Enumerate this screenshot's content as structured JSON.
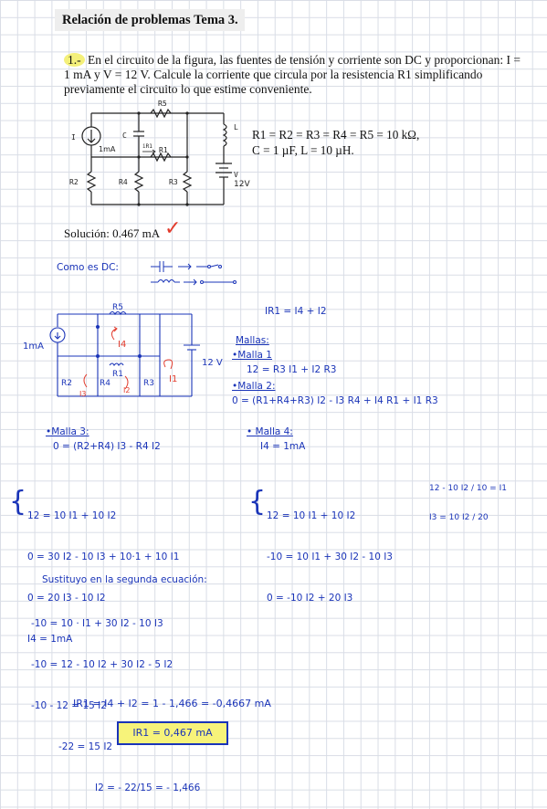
{
  "header": {
    "title": "Relación de problemas Tema 3."
  },
  "problem": {
    "number": "1.-",
    "text": "En el circuito de la figura, las fuentes de tensión y corriente son DC y proporcionan: I = 1 mA y V = 12 V. Calcule la corriente que circula por la resistencia R1 simplificando previamente el circuito lo que estime conveniente."
  },
  "given": {
    "line1": "R1 = R2 = R3 = R4 = R5 = 10 kΩ,",
    "line2": "C = 1 µF,  L = 10 µH."
  },
  "circuit": {
    "labels": {
      "r5": "R5",
      "c": "C",
      "l": "L",
      "i": "I",
      "ima": "1mA",
      "ir1": "iR1",
      "r1": "R1",
      "r2": "R2",
      "r4": "R4",
      "r3": "R3",
      "v": "V",
      "v12": "12V"
    }
  },
  "solution": {
    "label": "Solución: 0.467 mA",
    "check": "✓"
  },
  "notes": {
    "dc_rule": "Como es DC:",
    "ir1_eq": "IR1 = I4 + I2",
    "mallas_title": "Mallas:",
    "malla1_label": "•Malla 1",
    "malla1_eq": "12 = R3 I1 + I2 R3",
    "malla2_label": "•Malla 2:",
    "malla2_eq": "0 = (R1+R4+R3) I2 - I3 R4 + I4 R1 + I1 R3",
    "malla3_label": "•Malla 3:",
    "malla3_eq": "0 = (R2+R4) I3 - R4 I2",
    "malla4_label": "• Malla 4:",
    "malla4_eq": "I4 = 1mA",
    "sys1": [
      "12 = 10 I1 + 10 I2",
      "0 = 30 I2 - 10 I3 + 10·1 + 10 I1",
      "0 = 20 I3 - 10 I2",
      "I4 = 1mA"
    ],
    "sys2": [
      "12 = 10 I1 + 10 I2",
      "-10 = 10 I1 + 30 I2 - 10 I3",
      "0 = -10 I2 + 20 I3"
    ],
    "sys2_res1": "12 - 10 I2 / 10 = I1",
    "sys2_res3": "I3 = 10 I2 / 20",
    "sust_title": "Sustituyo en la segunda ecuación:",
    "sust_lines": [
      "-10 = 10 · I1 + 30 I2 - 10 I3",
      "-10 = 12 - 10 I2 + 30 I2 - 5 I2",
      "-10 - 12 = 15 I2",
      "-22 = 15 I2",
      "I2 = - 22/15 = - 1,466"
    ],
    "final_line": "IR1 = I4 + I2 = 1 - 1,466 = -0,4667 mA",
    "final_box": "IR1 = 0,467 mA"
  },
  "sketch_labels": {
    "r5": "R5",
    "i4": "I4",
    "ima": "1mA",
    "r1": "R1",
    "r2": "R2",
    "r4": "R4",
    "r3": "R3",
    "i1": "I1",
    "i2": "I2",
    "i3": "I3",
    "v": "12 V"
  }
}
